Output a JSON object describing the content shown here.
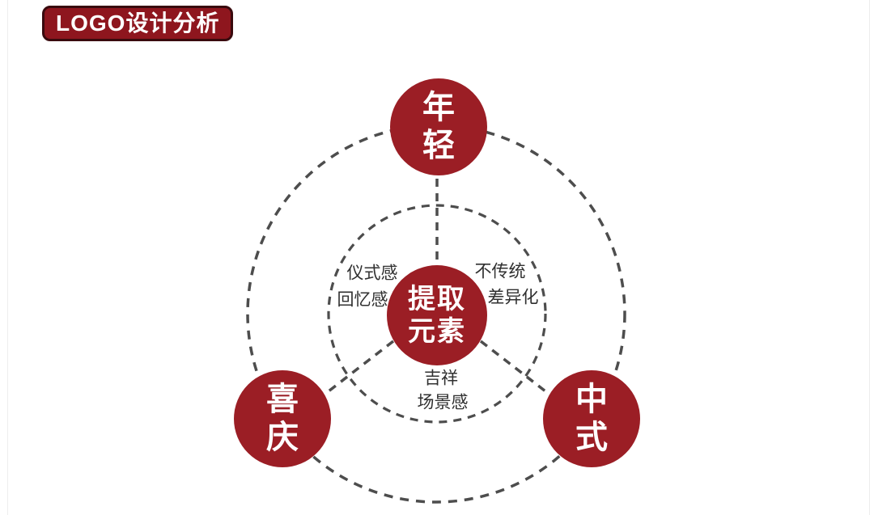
{
  "page": {
    "colors": {
      "accent_red": "#9B1E25",
      "badge_bg": "#8E161E",
      "badge_border": "#390A0E",
      "dash_color": "#4D4D4D",
      "label_color": "#303030",
      "background": "#FFFFFF",
      "node_text": "#FFFFFF"
    }
  },
  "header": {
    "title": "LOGO设计分析"
  },
  "diagram": {
    "nodes": {
      "top": "年轻",
      "bottom_left": "喜庆",
      "bottom_right": "中式",
      "center_line1": "提取",
      "center_line2": "元素"
    },
    "keywords": {
      "left_top": "仪式感",
      "left_bottom": "回忆感",
      "right_top": "不传统",
      "right_bottom": "差异化",
      "bottom_top": "吉祥",
      "bottom_bottom": "场景感"
    }
  }
}
